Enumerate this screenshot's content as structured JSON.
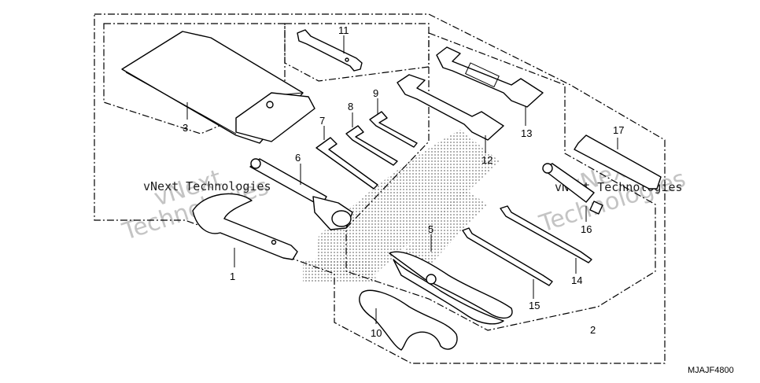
{
  "diagram": {
    "code": "MJAJF4800",
    "watermarks": {
      "line1": "vNext",
      "line2": "Technologies",
      "small": "vNext Technologies"
    },
    "callouts": [
      {
        "id": "p1",
        "label": "1"
      },
      {
        "id": "p2",
        "label": "2"
      },
      {
        "id": "p3",
        "label": "3"
      },
      {
        "id": "p5",
        "label": "5"
      },
      {
        "id": "p6",
        "label": "6"
      },
      {
        "id": "p7",
        "label": "7"
      },
      {
        "id": "p8",
        "label": "8"
      },
      {
        "id": "p9",
        "label": "9"
      },
      {
        "id": "p10",
        "label": "10"
      },
      {
        "id": "p11",
        "label": "11"
      },
      {
        "id": "p12",
        "label": "12"
      },
      {
        "id": "p13",
        "label": "13"
      },
      {
        "id": "p14",
        "label": "14"
      },
      {
        "id": "p15",
        "label": "15"
      },
      {
        "id": "p16",
        "label": "16"
      },
      {
        "id": "p17",
        "label": "17"
      }
    ]
  }
}
